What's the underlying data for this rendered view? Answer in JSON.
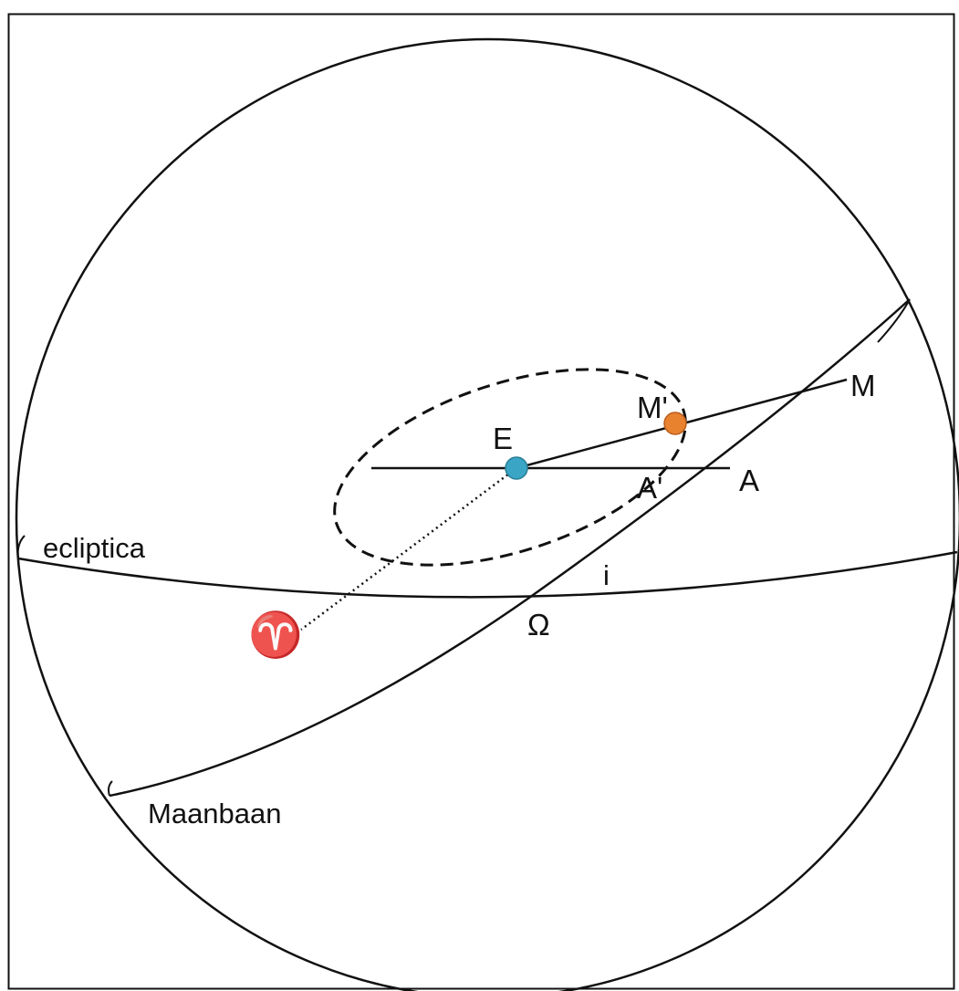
{
  "labels": {
    "ecliptic": "ecliptica",
    "moon_orbit": "Maanbaan",
    "earth": "E",
    "moon": "M'",
    "moon_projection": "M",
    "point_a": "A",
    "point_a_prime": "A'",
    "inclination": "i",
    "ascending_node": "Ω",
    "vernal_equinox": "♈"
  },
  "colors": {
    "earth": "#3aa5c4",
    "moon": "#e9822f",
    "lines": "#111111",
    "vernal_symbol": "#2a2f6b"
  }
}
